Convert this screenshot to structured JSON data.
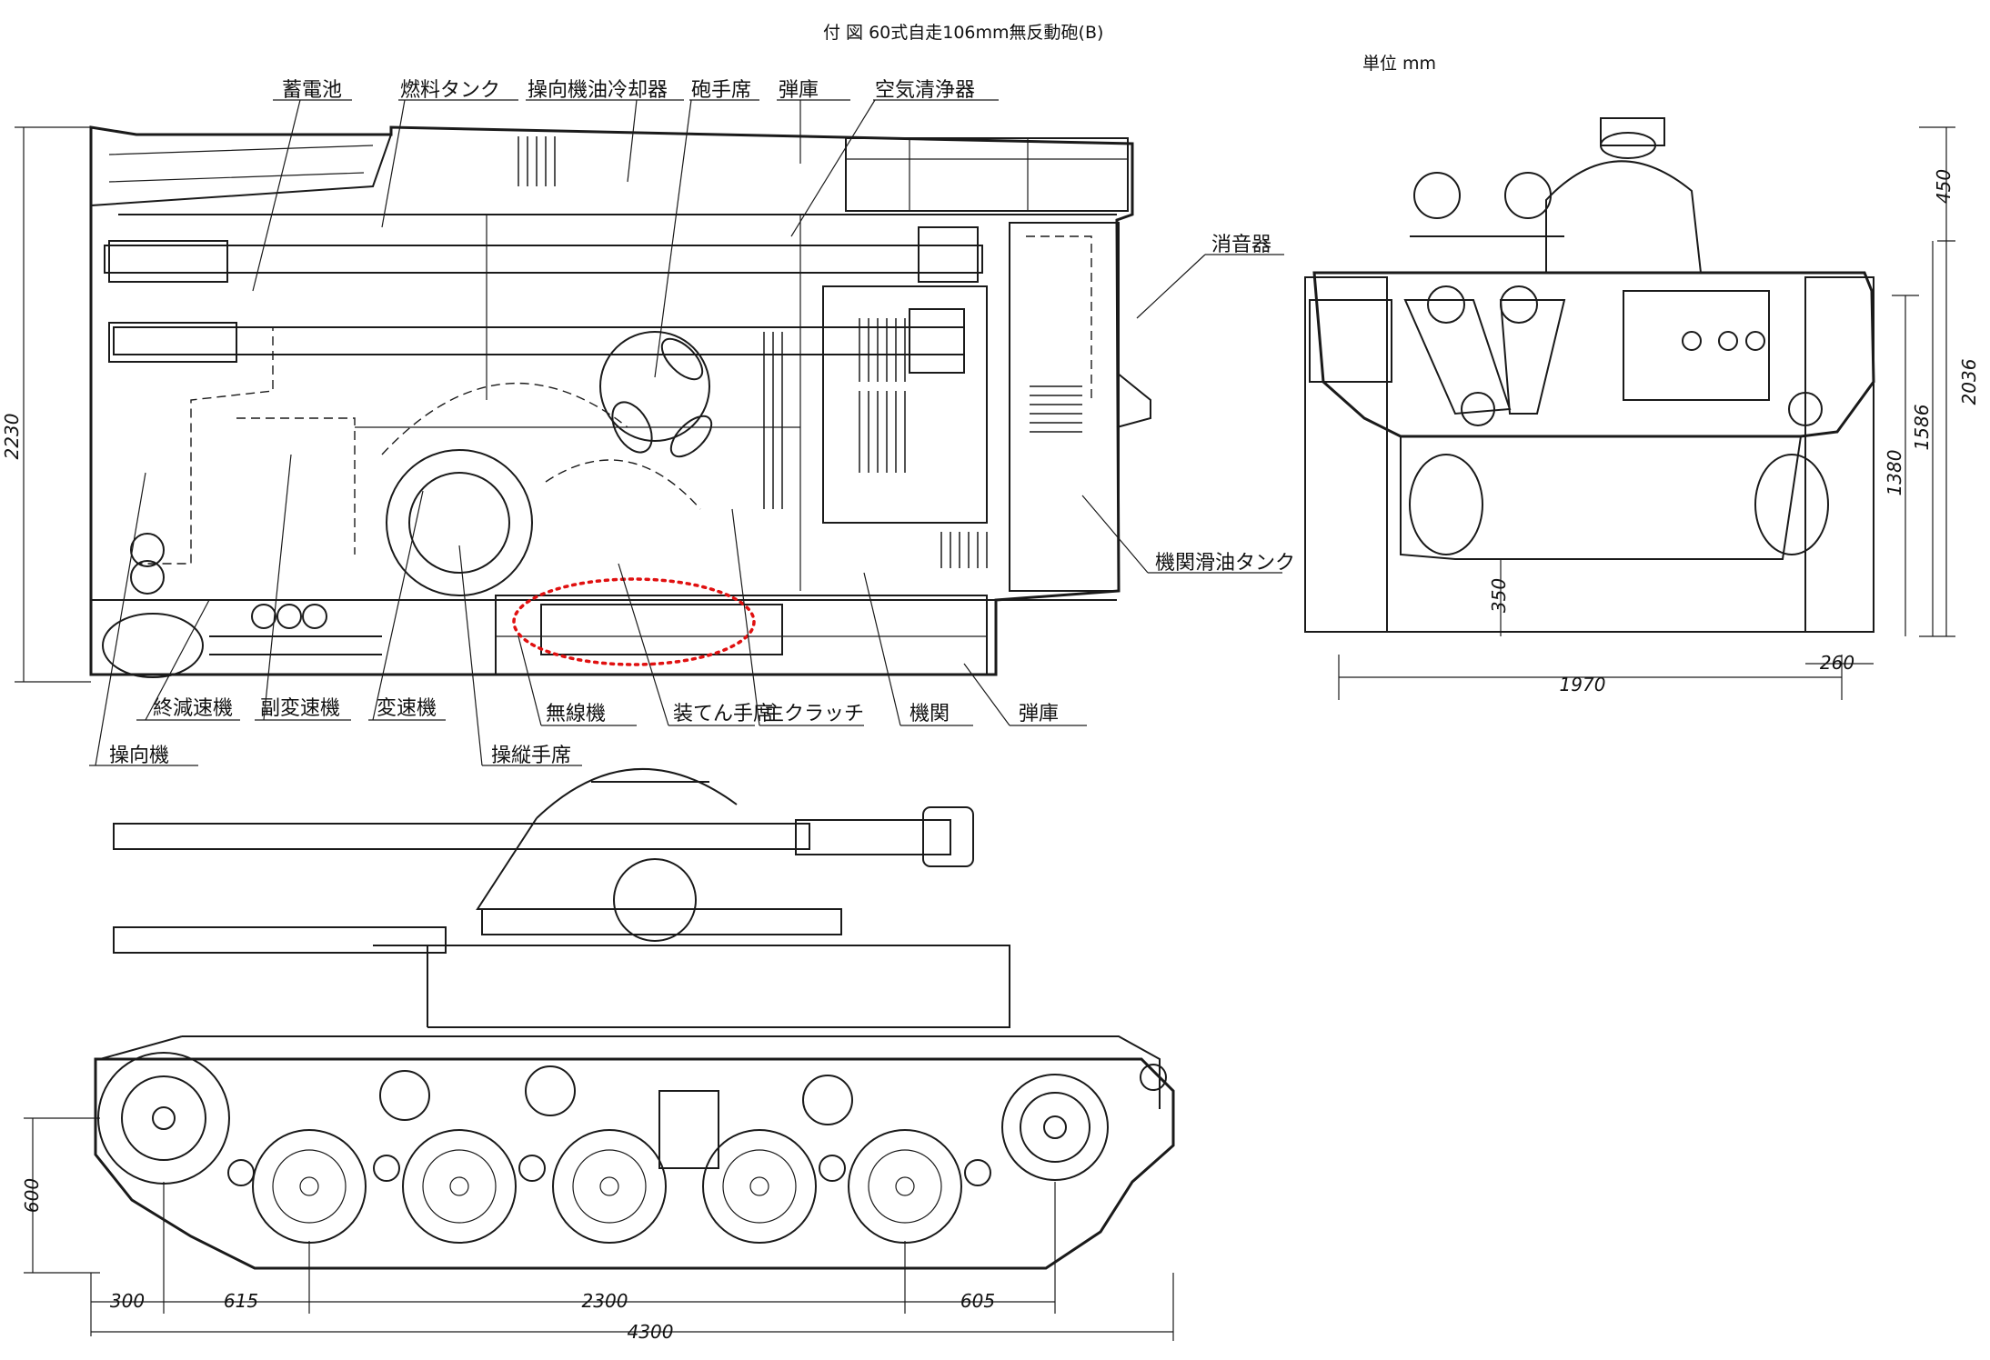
{
  "title": "付 図 60式自走106mm無反動砲(B)",
  "unit": "単位 mm",
  "labels": {
    "battery": "蓄電池",
    "fuel_tank": "燃料タンク",
    "steering_oil_cooler": "操向機油冷却器",
    "gunner_seat": "砲手席",
    "magazine_top": "弾庫",
    "air_cleaner": "空気清浄器",
    "muffler": "消音器",
    "engine_oil_tank": "機関滑油タンク",
    "final_drive": "終減速機",
    "aux_transmission": "副変速機",
    "transmission": "変速機",
    "steering_gear": "操向機",
    "driver_seat": "操縦手席",
    "radio": "無線機",
    "loader_seat": "装てん手席",
    "main_clutch": "主クラッチ",
    "engine": "機関",
    "magazine_bottom": "弾庫"
  },
  "dimensions": {
    "top_width": "2230",
    "front_450": "450",
    "front_2036": "2036",
    "front_1586": "1586",
    "front_1380": "1380",
    "front_350": "350",
    "front_1970": "1970",
    "front_260": "260",
    "side_600": "600",
    "side_300": "300",
    "side_615": "615",
    "side_2300": "2300",
    "side_605": "605",
    "side_4300": "4300"
  },
  "colors": {
    "line": "#1a1a1a",
    "highlight": "#e01010",
    "background": "#ffffff"
  }
}
